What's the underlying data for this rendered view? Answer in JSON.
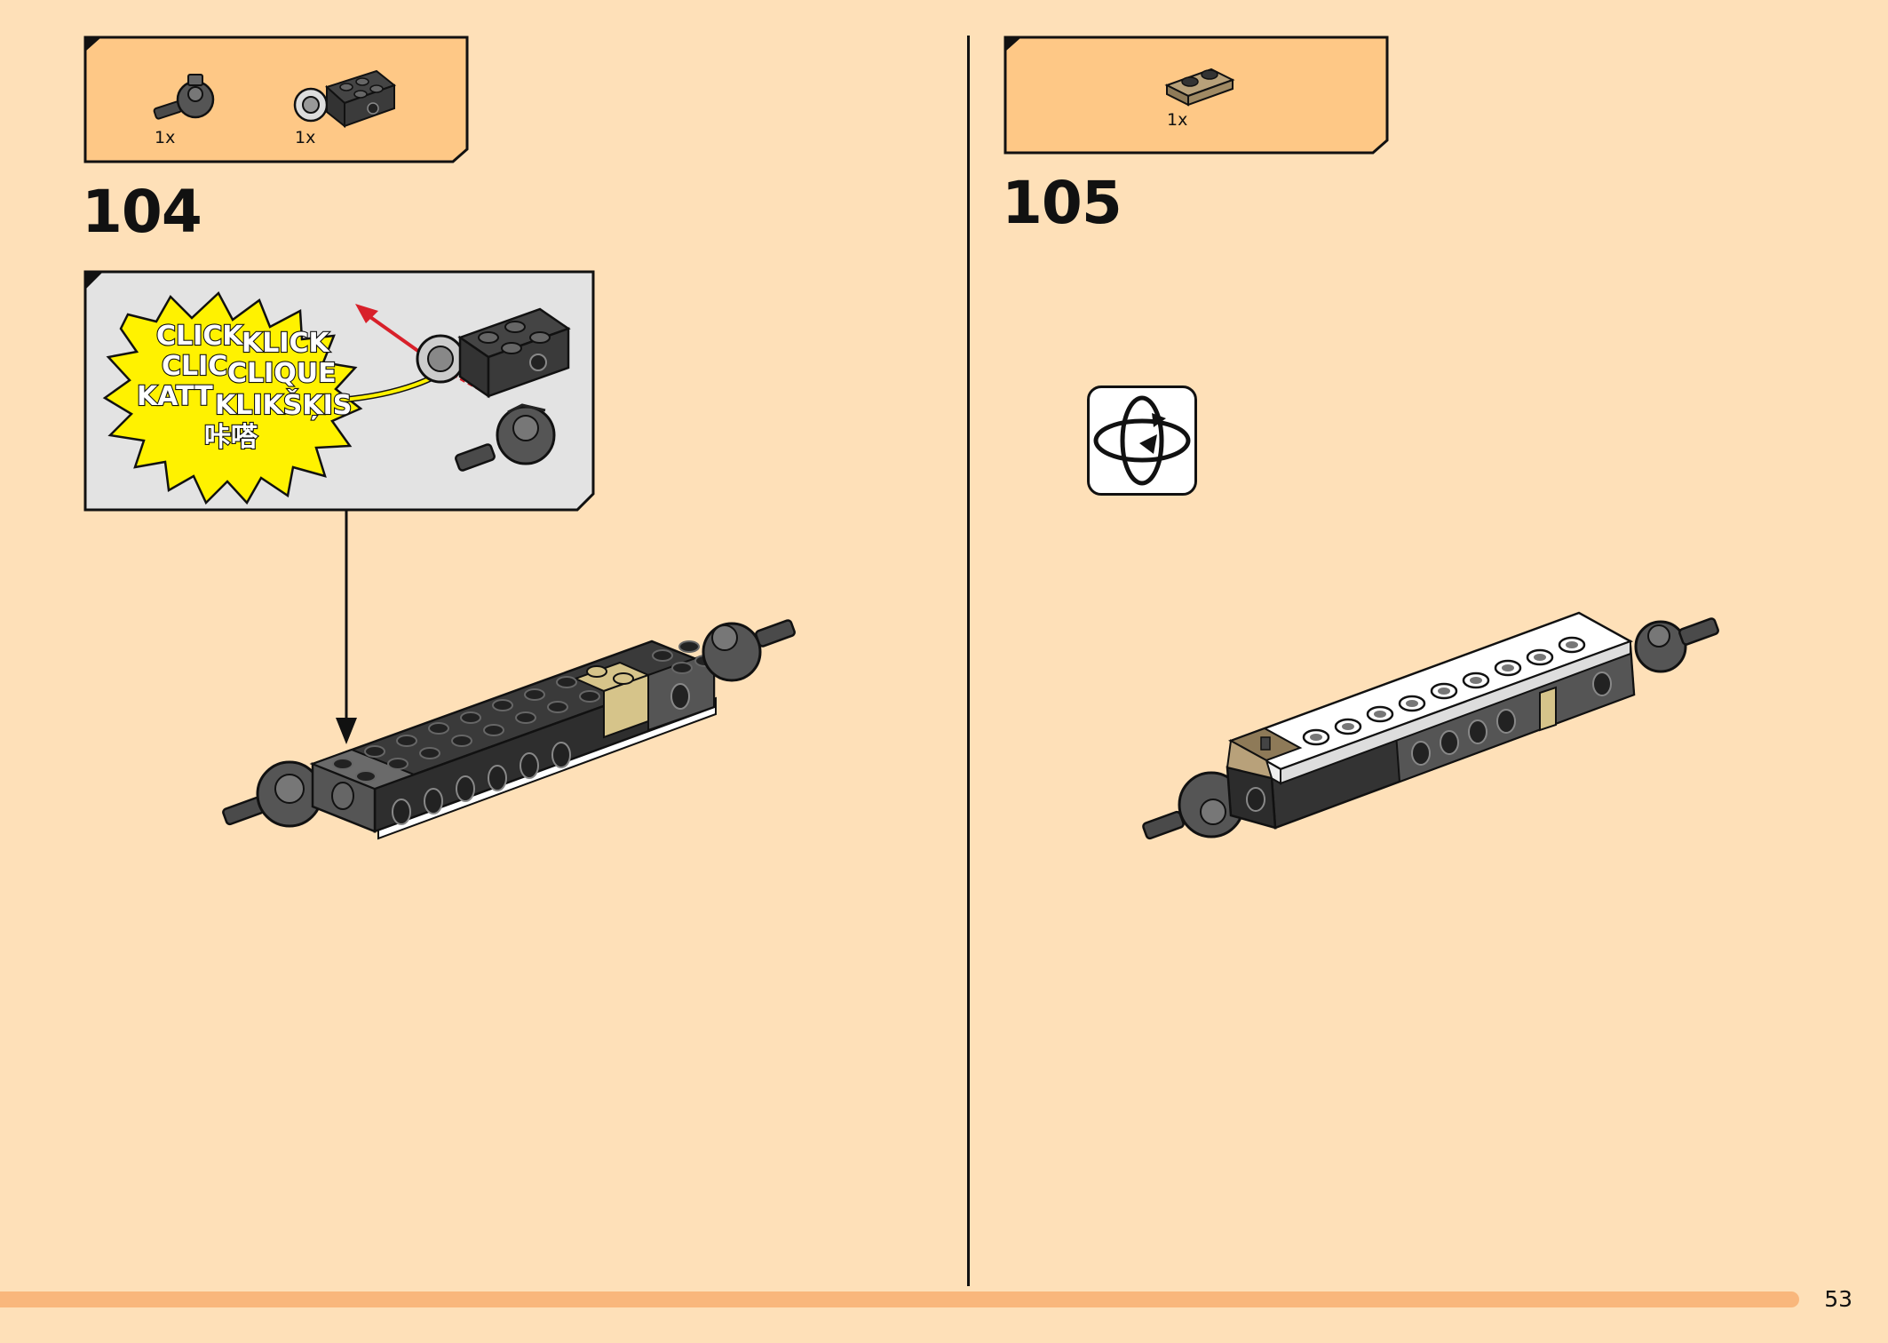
{
  "steps": [
    {
      "number": "104",
      "parts": [
        {
          "qty": "1x",
          "icon": "ball-joint-part-icon"
        },
        {
          "qty": "1x",
          "icon": "technic-brick-with-socket-icon"
        }
      ],
      "callout": {
        "click_words": [
          "CLICK",
          "KLICK",
          "CLIC",
          "CLIQUE",
          "KATT",
          "KLIKŠĶIS",
          "咔嗒"
        ]
      }
    },
    {
      "number": "105",
      "parts": [
        {
          "qty": "1x",
          "icon": "tan-plate-1x2-icon"
        }
      ],
      "rotate_icon": "rotate-model-icon"
    }
  ],
  "page_number": "53",
  "colors": {
    "background": "#fee0b8",
    "parts_box": "#fec886",
    "callout_bg": "#e3e3e3",
    "click_burst": "#fff200",
    "progress_bar": "#f9b77c",
    "arrow_red": "#d8202a"
  }
}
